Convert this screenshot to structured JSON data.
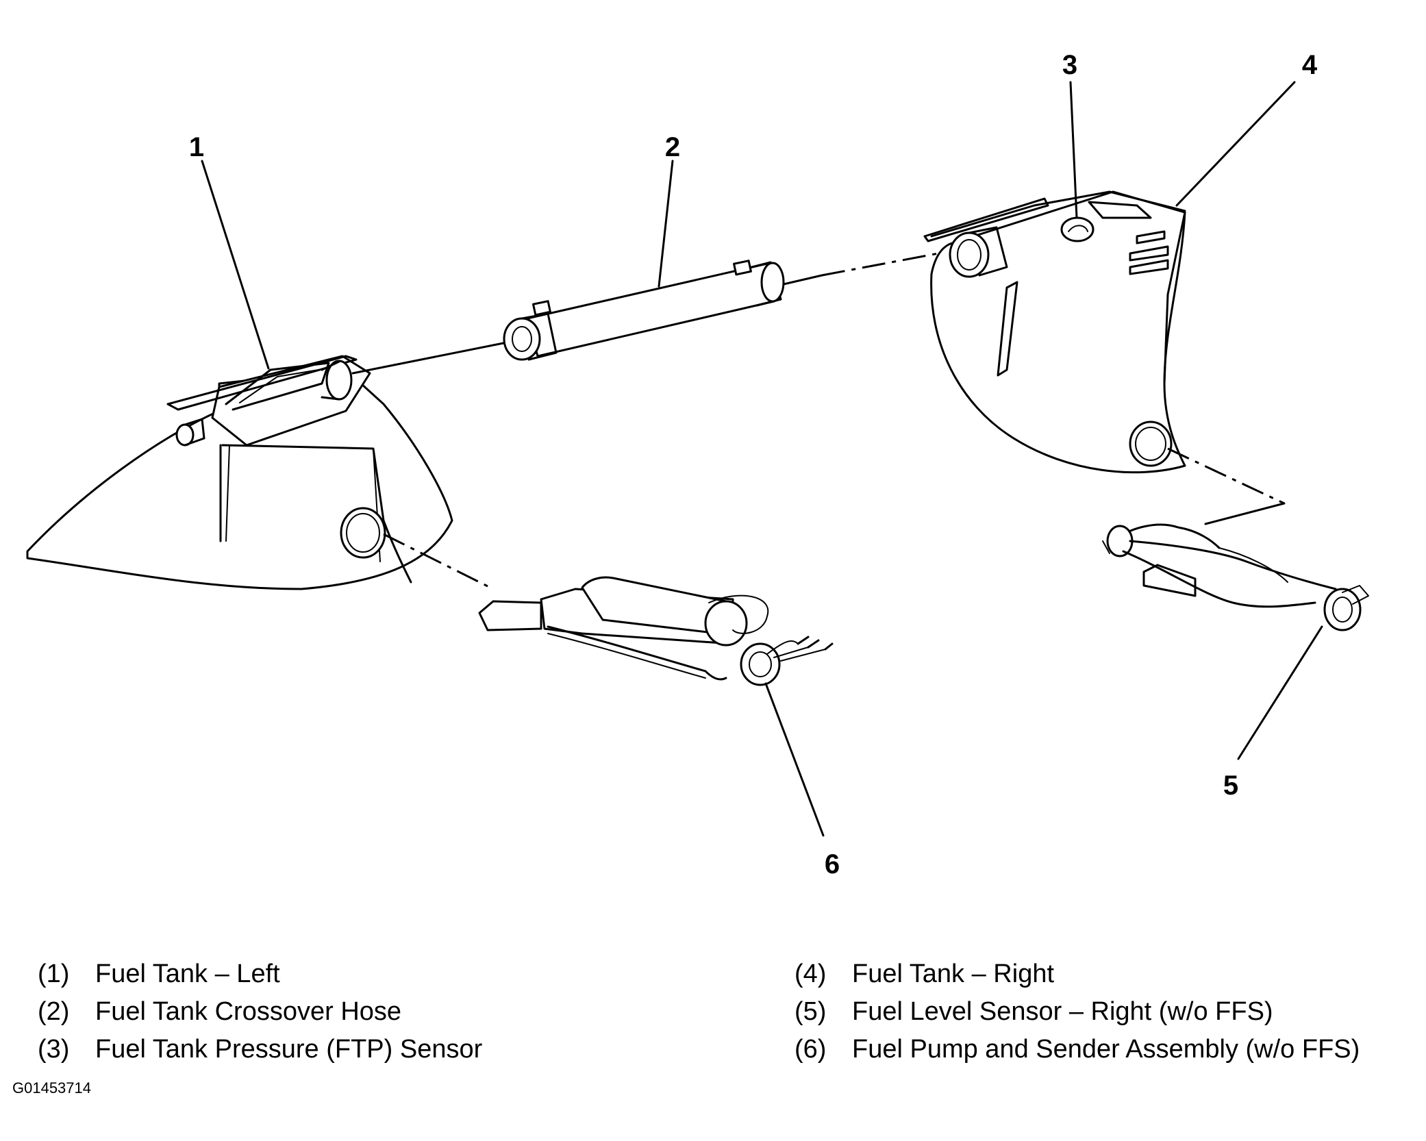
{
  "callouts": [
    "1",
    "2",
    "3",
    "4",
    "5",
    "6"
  ],
  "legend": {
    "left": [
      {
        "num": "(1)",
        "text": "Fuel Tank – Left"
      },
      {
        "num": "(2)",
        "text": "Fuel Tank Crossover Hose"
      },
      {
        "num": "(3)",
        "text": "Fuel Tank Pressure (FTP) Sensor"
      }
    ],
    "right": [
      {
        "num": "(4)",
        "text": "Fuel Tank – Right"
      },
      {
        "num": "(5)",
        "text": "Fuel Level Sensor – Right (w/o FFS)"
      },
      {
        "num": "(6)",
        "text": "Fuel Pump and Sender Assembly (w/o FFS)"
      }
    ]
  },
  "figure_id": "G01453714"
}
